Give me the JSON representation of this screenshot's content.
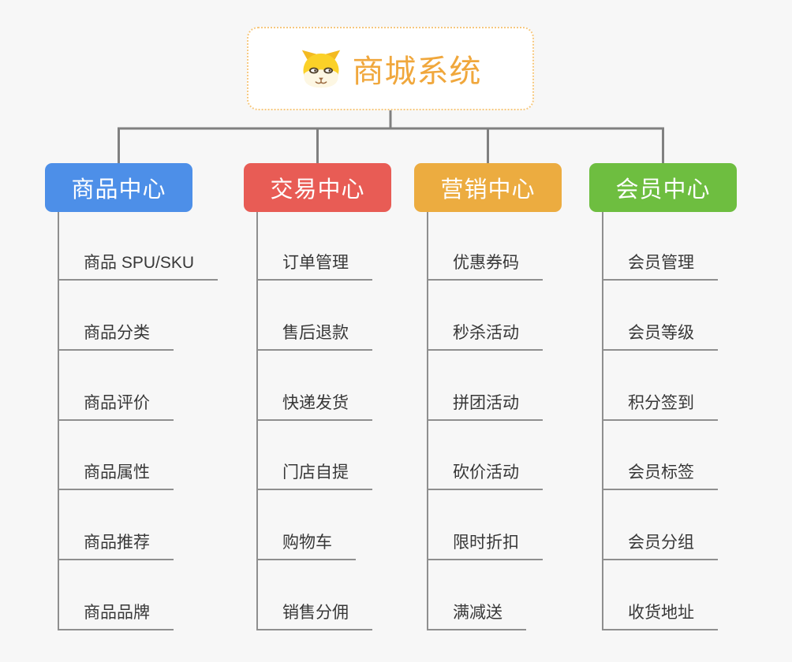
{
  "page": {
    "background_color": "#f7f7f7",
    "connector_color": "#808080",
    "branch_line_color": "#8f8f8f"
  },
  "root": {
    "title": "商城系统",
    "icon": "dog-face-icon",
    "text_color": "#f0a73c",
    "border_color": "#f6c87f",
    "background": "#ffffff"
  },
  "branches": [
    {
      "label": "商品中心",
      "color": "#4d8fe8",
      "children": [
        "商品 SPU/SKU",
        "商品分类",
        "商品评价",
        "商品属性",
        "商品推荐",
        "商品品牌"
      ]
    },
    {
      "label": "交易中心",
      "color": "#e85c55",
      "children": [
        "订单管理",
        "售后退款",
        "快递发货",
        "门店自提",
        "购物车",
        "销售分佣"
      ]
    },
    {
      "label": "营销中心",
      "color": "#ecac40",
      "children": [
        "优惠券码",
        "秒杀活动",
        "拼团活动",
        "砍价活动",
        "限时折扣",
        "满减送"
      ]
    },
    {
      "label": "会员中心",
      "color": "#6ebe40",
      "children": [
        "会员管理",
        "会员等级",
        "积分签到",
        "会员标签",
        "会员分组",
        "收货地址"
      ]
    }
  ]
}
